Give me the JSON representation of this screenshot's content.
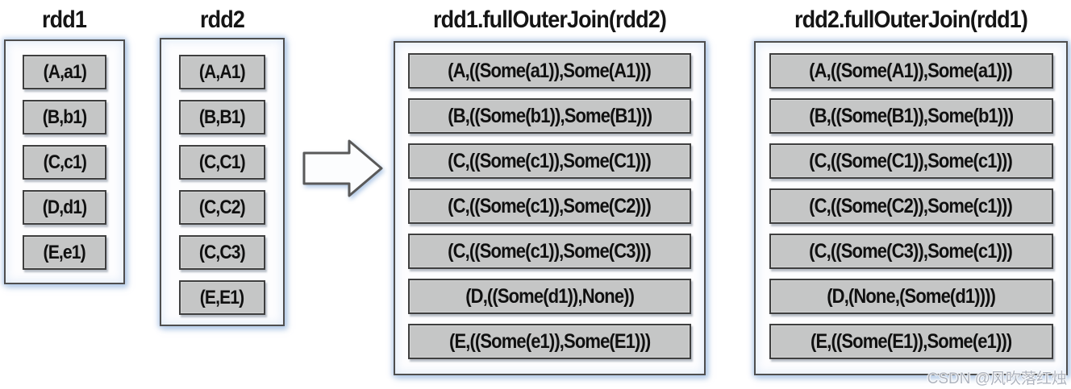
{
  "diagram": {
    "columns": [
      {
        "title": "rdd1",
        "cells": [
          "(A,a1)",
          "(B,b1)",
          "(C,c1)",
          "(D,d1)",
          "(E,e1)"
        ]
      },
      {
        "title": "rdd2",
        "cells": [
          "(A,A1)",
          "(B,B1)",
          "(C,C1)",
          "(C,C2)",
          "(C,C3)",
          "(E,E1)"
        ]
      },
      {
        "title": "rdd1.fullOuterJoin(rdd2)",
        "cells": [
          "(A,((Some(a1)),Some(A1)))",
          "(B,((Some(b1)),Some(B1)))",
          "(C,((Some(c1)),Some(C1)))",
          "(C,((Some(c1)),Some(C2)))",
          "(C,((Some(c1)),Some(C3)))",
          "(D,((Some(d1)),None))",
          "(E,((Some(e1)),Some(E1)))"
        ]
      },
      {
        "title": "rdd2.fullOuterJoin(rdd1)",
        "cells": [
          "(A,((Some(A1)),Some(a1)))",
          "(B,((Some(B1)),Some(b1)))",
          "(C,((Some(C1)),Some(c1)))",
          "(C,((Some(C2)),Some(c1)))",
          "(C,((Some(C3)),Some(c1)))",
          "(D,(None,(Some(d1))))",
          "(E,((Some(E1)),Some(e1)))"
        ]
      }
    ],
    "arrow_icon": "right-block-arrow"
  },
  "watermark": "CSDN @风吹落红烛",
  "colors": {
    "background": "#ffffff",
    "cell_fill": "#c5c6c6",
    "cell_border": "#3f3f3f",
    "panel_border": "#4e4e4e",
    "panel_glow": "#cfe0f2",
    "text": "#101010",
    "watermark_text": "#aeb4bf"
  }
}
